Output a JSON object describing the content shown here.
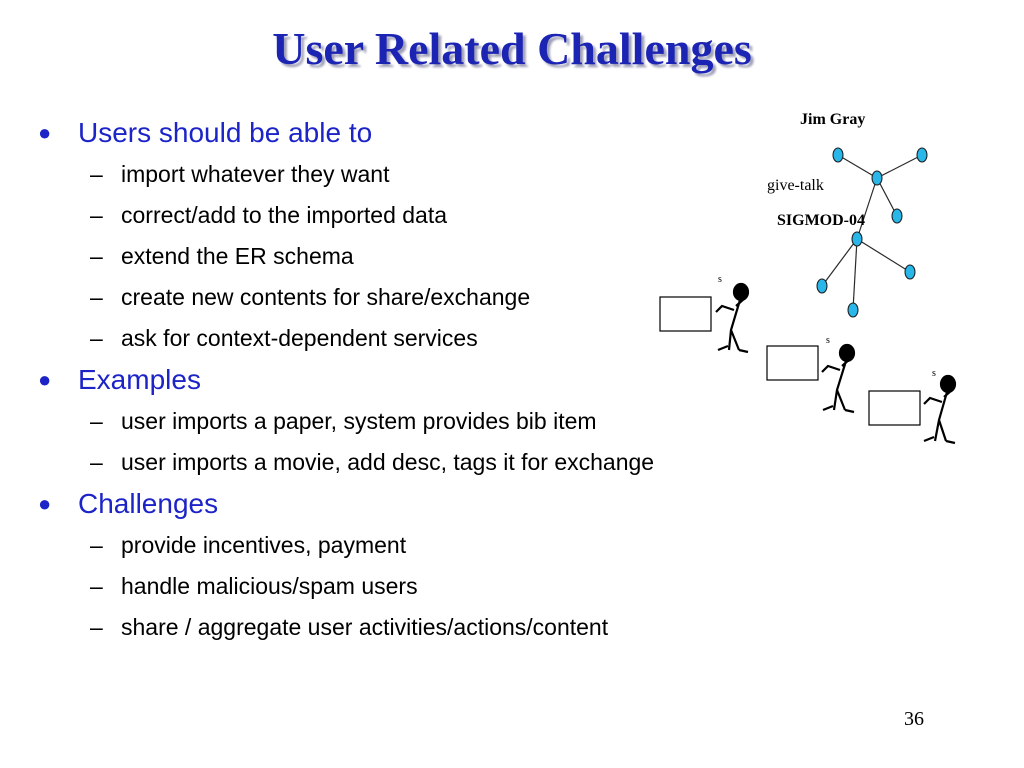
{
  "slide": {
    "title": "User Related Challenges",
    "page_number": "36"
  },
  "sections": [
    {
      "heading": "Users should be able to",
      "items": [
        "import whatever they want",
        "correct/add to the imported data",
        "extend the ER schema",
        "create new contents for share/exchange",
        "ask for context-dependent services"
      ]
    },
    {
      "heading": "Examples",
      "items": [
        "user imports a paper, system provides bib item",
        "user imports a movie, add desc, tags it for exchange"
      ]
    },
    {
      "heading": "Challenges",
      "items": [
        "provide incentives, payment",
        "handle malicious/spam users",
        "share / aggregate user activities/actions/content"
      ]
    }
  ],
  "graph": {
    "labels": {
      "top": "Jim Gray",
      "edge": "give-talk",
      "bottom": "SIGMOD-04"
    },
    "node_color": "#29b6e8"
  },
  "bullet_glyph": "●",
  "dash_glyph": "–"
}
